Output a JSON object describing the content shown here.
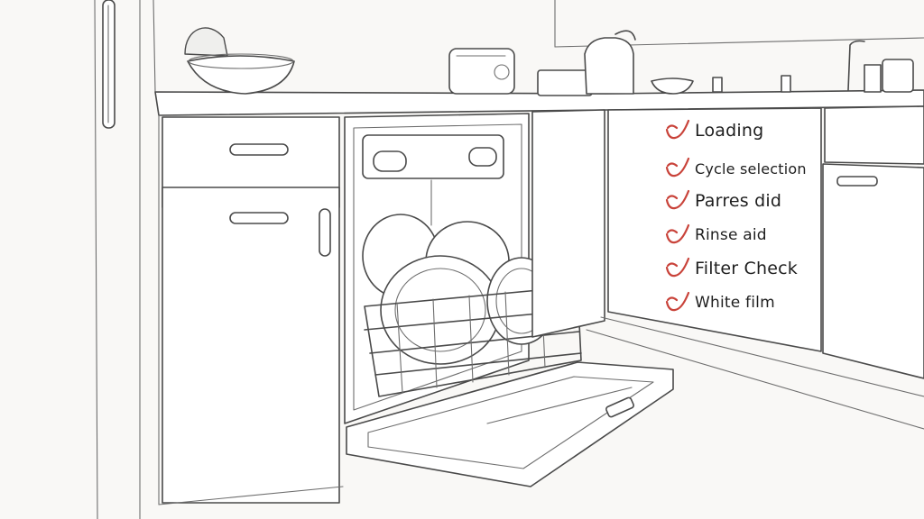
{
  "checklist": {
    "items": [
      {
        "label": "Loading",
        "icon": "checkmark-icon"
      },
      {
        "label": "Cycle selection",
        "icon": "checkmark-icon"
      },
      {
        "label": "Parres did",
        "icon": "checkmark-icon"
      },
      {
        "label": "Rinse aid",
        "icon": "checkmark-icon"
      },
      {
        "label": "Filter Check",
        "icon": "checkmark-icon"
      },
      {
        "label": "White film",
        "icon": "checkmark-icon"
      }
    ]
  },
  "colors": {
    "check_mark": "#c9433a",
    "sketch_line": "#4a4a4a",
    "background": "#f9f8f6"
  }
}
